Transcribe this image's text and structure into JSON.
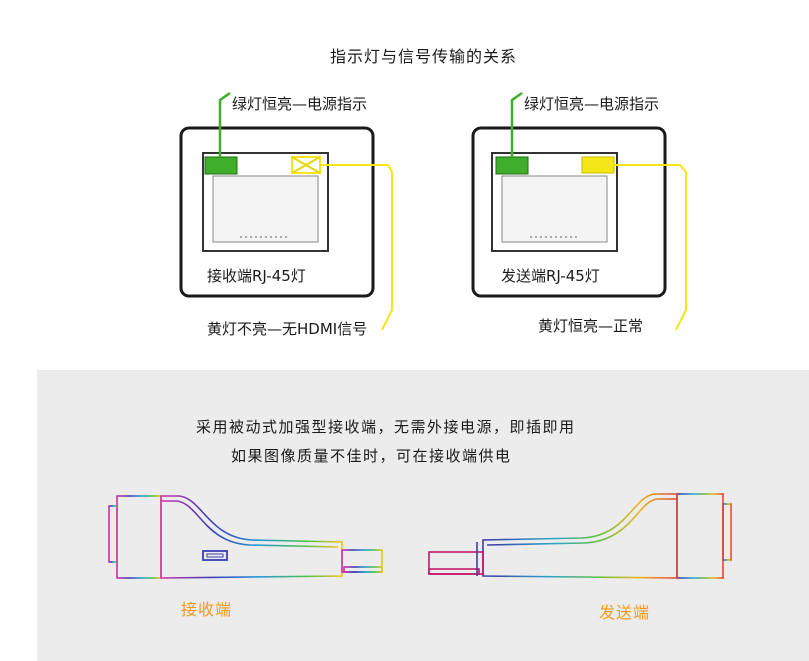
{
  "diagram": {
    "title": "指示灯与信号传输的关系",
    "receiver_panel": {
      "green_led_label": "绿灯恒亮—电源指示",
      "port_label": "接收端RJ-45灯",
      "yellow_led_label": "黄灯不亮—无HDMI信号",
      "yellow_led_state": "off"
    },
    "sender_panel": {
      "green_led_label": "绿灯恒亮—电源指示",
      "port_label": "发送端RJ-45灯",
      "yellow_led_label": "黄灯恒亮—正常",
      "yellow_led_state": "on"
    },
    "description_line1": "采用被动式加强型接收端，无需外接电源，即插即用",
    "description_line2": "如果图像质量不佳时，可在接收端供电",
    "receiver_device_label": "接收端",
    "sender_device_label": "发送端",
    "colors": {
      "green_led": "#3fae2a",
      "yellow_led": "#f5e61a",
      "label_orange": "#f39a1e",
      "panel_gray": "#ececec"
    }
  }
}
